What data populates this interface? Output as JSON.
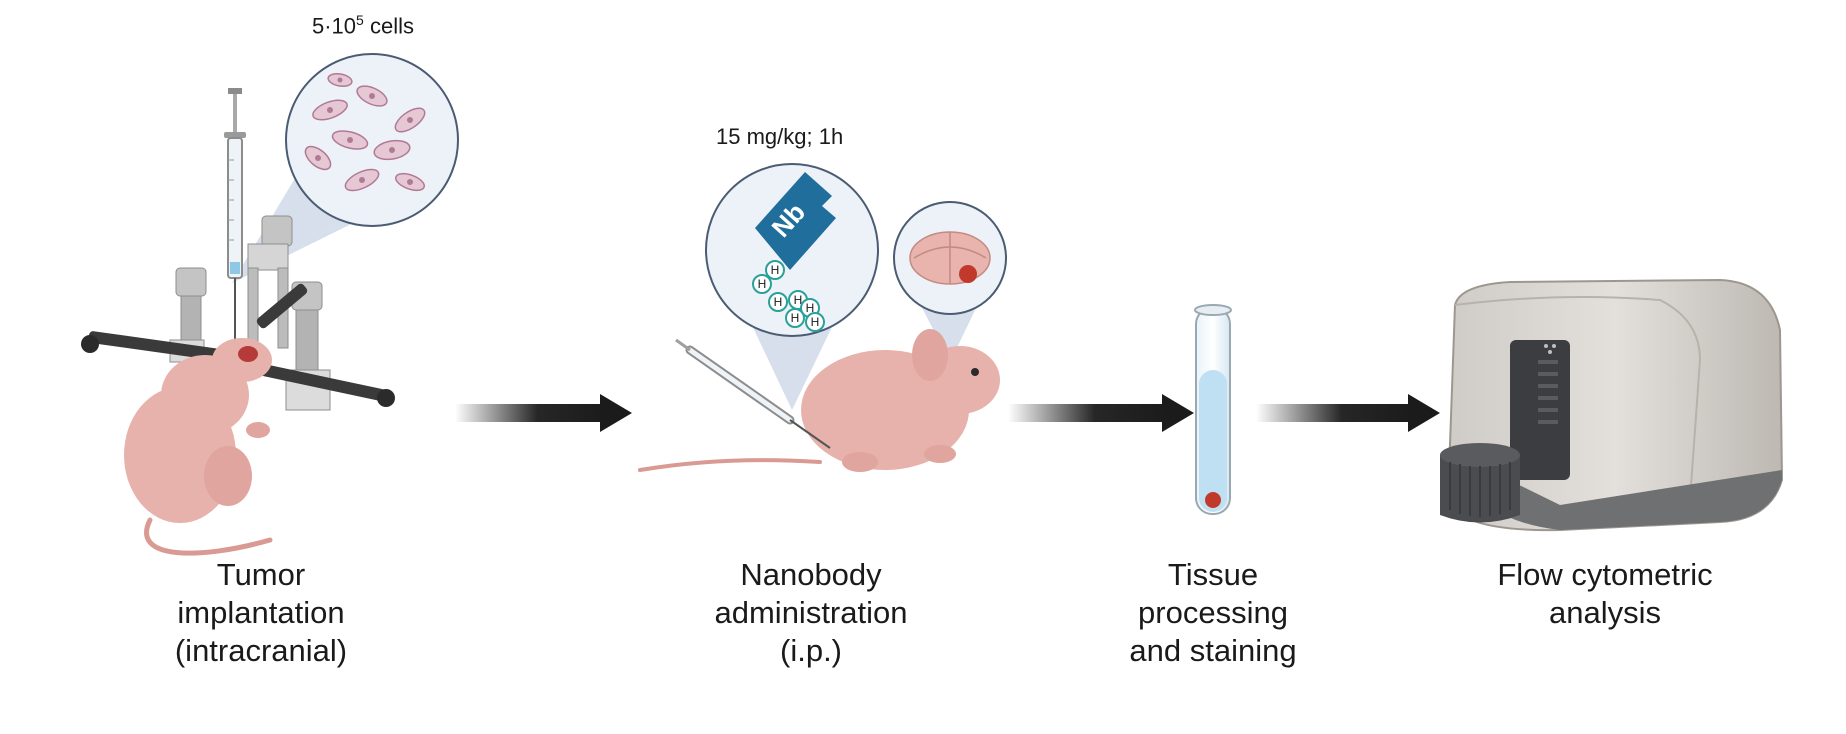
{
  "steps": [
    {
      "line1": "Tumor",
      "line2": "implantation",
      "line3": "(intracranial)"
    },
    {
      "line1": "Nanobody",
      "line2": "administration",
      "line3": "(i.p.)"
    },
    {
      "line1": "Tissue",
      "line2": "processing",
      "line3": "and staining"
    },
    {
      "line1": "Flow cytometric",
      "line2": "analysis"
    }
  ],
  "annotations": {
    "cells_prefix": "5·10",
    "cells_exponent": "5",
    "cells_suffix": " cells",
    "dose": "15 mg/kg; 1h"
  },
  "nanobody": {
    "label": "Nb",
    "tag_letter": "H"
  },
  "colors": {
    "mouse": "#e7b2ac",
    "mouse_shadow": "#c98a84",
    "inset_fill": "#edf2f9",
    "nanobody": "#1f6e9c",
    "his_tag": "#2aa198",
    "tumor": "#c0392b",
    "tube_liquid": "#bfe0f2",
    "instrument": "#d9d6d2",
    "arrow": "#1b1b1b"
  }
}
